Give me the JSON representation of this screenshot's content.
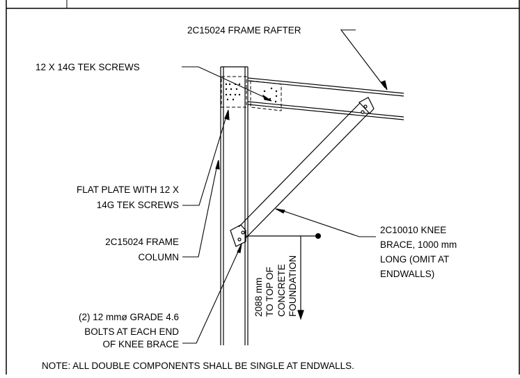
{
  "labels": {
    "frame_rafter": "2C15024 FRAME RAFTER",
    "tek_screws": "12 X 14G TEK SCREWS",
    "flat_plate_line1": "FLAT PLATE WITH 12 X",
    "flat_plate_line2": "14G TEK SCREWS",
    "frame_column_line1": "2C15024 FRAME",
    "frame_column_line2": "COLUMN",
    "bolts_line1": "(2) 12 mmø GRADE 4.6",
    "bolts_line2": "BOLTS AT EACH END",
    "bolts_line3": "OF KNEE BRACE",
    "knee_brace_line1": "2C10010 KNEE",
    "knee_brace_line2": "BRACE, 1000 mm",
    "knee_brace_line3": "LONG (OMIT AT",
    "knee_brace_line4": "ENDWALLS)",
    "dimension_line1": "2088 mm",
    "dimension_line2": "TO TOP OF",
    "dimension_line3": "CONCRETE",
    "dimension_line4": "FOUNDATION"
  },
  "note": "NOTE:  ALL DOUBLE COMPONENTS SHALL BE SINGLE AT ENDWALLS."
}
